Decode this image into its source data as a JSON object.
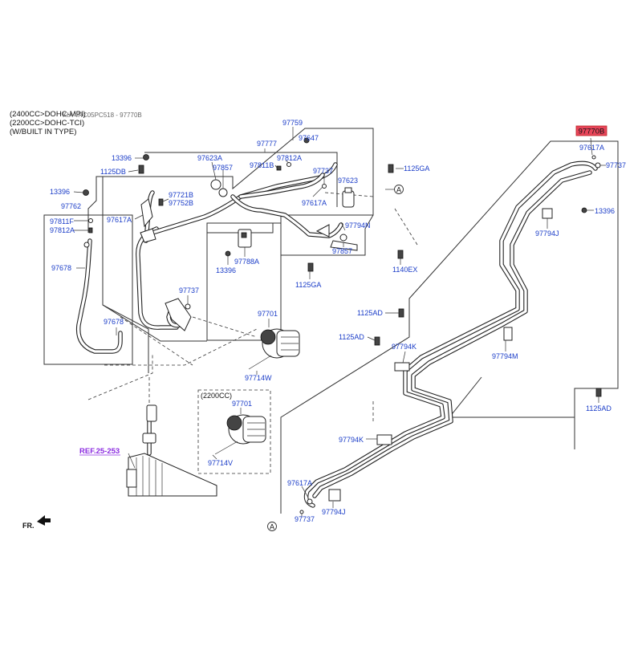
{
  "header": {
    "line1": "(2400CC>DOHC-MPI)",
    "line2": "(2200CC>DOHC-TCI)",
    "line3": "(W/BUILT IN TYPE)",
    "watermark": "KIA 4RC05PC518 - 97770B"
  },
  "highlight": {
    "text": "97770B",
    "color": "#e8455a"
  },
  "ref_link": {
    "text": "REF.25-253",
    "color": "#8b2be0"
  },
  "fr_label": "FR.",
  "variant_label": "(2200CC)",
  "circle_ref": "A",
  "labels": {
    "p97759": "97759",
    "p97777": "97777",
    "p97647": "97647",
    "p13396a": "13396",
    "p1125DBa": "1125DB",
    "p97623A": "97623A",
    "p97857a": "97857",
    "p97812Aa": "97812A",
    "p97811B": "97811B",
    "p97737a": "97737",
    "p97623": "97623",
    "p1125GAa": "1125GA",
    "p13396b": "13396",
    "p97721B": "97721B",
    "p97752B": "97752B",
    "p97617Aa": "97617A",
    "p97617Ab": "97617A",
    "p97762": "97762",
    "p97811F": "97811F",
    "p97812Ab": "97812A",
    "p97678a": "97678",
    "p97678b": "97678",
    "p97794N": "97794N",
    "p97857b": "97857",
    "p13396c": "13396",
    "p97788A": "97788A",
    "p1125GAb": "1125GA",
    "p1140EX": "1140EX",
    "p97737b": "97737",
    "p97701a": "97701",
    "p97714W": "97714W",
    "p97701b": "97701",
    "p97714V": "97714V",
    "p1125ADa": "1125AD",
    "p1125ADb": "1125AD",
    "p97794Ka": "97794K",
    "p97794M": "97794M",
    "p1125ADc": "1125AD",
    "p97617Ac": "97617A",
    "p97737c": "97737",
    "p13396d": "13396",
    "p97794Ja": "97794J",
    "p97794Kb": "97794K",
    "p97617Ad": "97617A",
    "p97737d": "97737",
    "p97794Jb": "97794J"
  }
}
